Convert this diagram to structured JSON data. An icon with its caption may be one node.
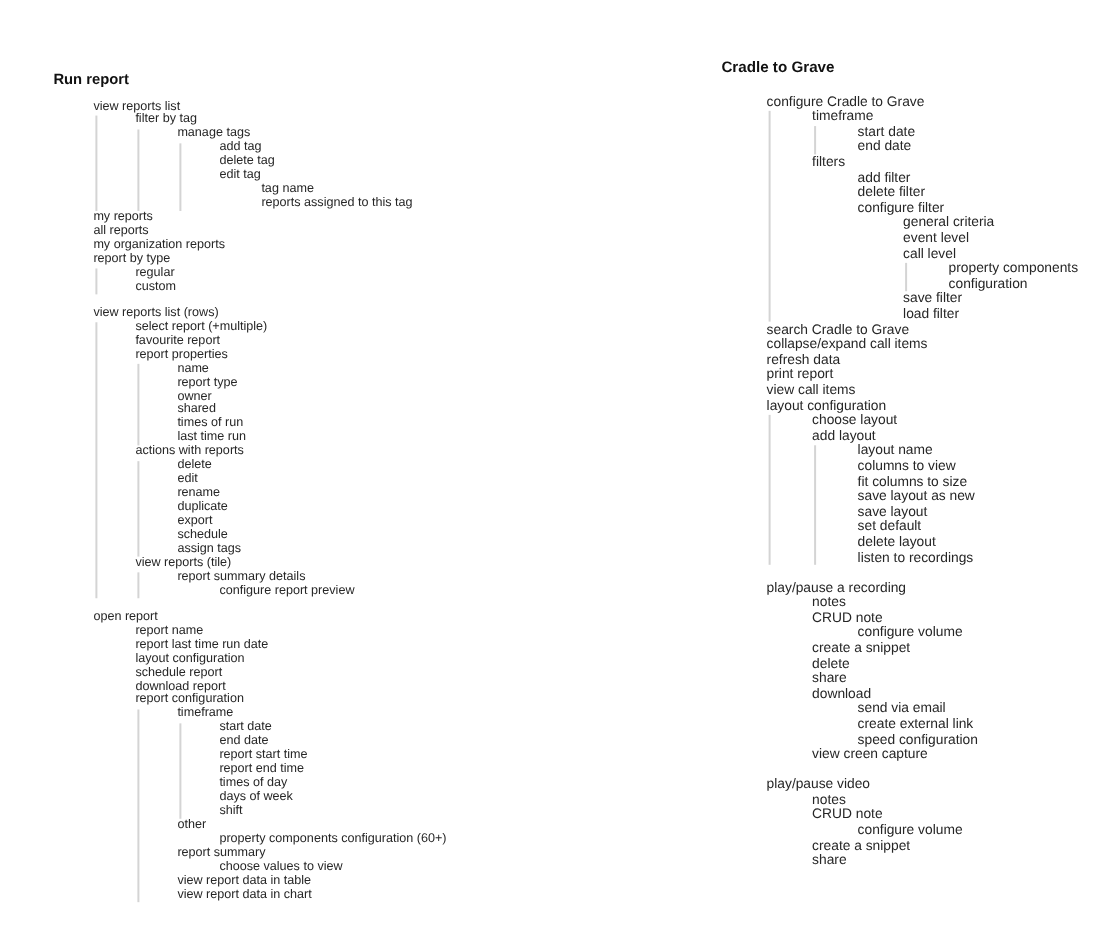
{
  "diagram": {
    "labels": [
      "Run report",
      "view reports list",
      "filter by tag",
      "manage tags",
      "add tag",
      "delete tag",
      "edit tag",
      "tag name",
      "reports assigned to this tag",
      "my reports",
      "all reports",
      "my organization reports",
      "report by type",
      "regular",
      "custom",
      "view reports list (rows)",
      "select report (+multiple)",
      "favourite report",
      "report properties",
      "name",
      "report type",
      "owner",
      "shared",
      "times of run",
      "last time run",
      "actions with reports",
      "delete",
      "edit",
      "rename",
      "duplicate",
      "export",
      "schedule",
      "assign tags",
      "view reports (tile)",
      "report summary details",
      "configure report preview",
      "open report",
      "report name",
      "report last time run date",
      "layout configuration",
      "schedule report",
      "download report",
      "report configuration",
      "timeframe",
      "start date",
      "end date",
      "report start time",
      "report end time",
      "times of day",
      "days of week",
      "shift",
      "other",
      "property components configuration (60+)",
      "report summary",
      "choose values to view",
      "view report data in table",
      "view report data in chart",
      "Cradle to Grave",
      "configure Cradle to Grave",
      "timeframe",
      "start date",
      "end date",
      "filters",
      "add filter",
      "delete filter",
      "configure filter",
      "general criteria",
      "event level",
      "call level",
      "property components configuration",
      "save filter",
      "load filter",
      "search Cradle to Grave",
      "collapse/expand call items",
      "refresh data",
      "print report",
      "view call items",
      "layout configuration",
      "choose layout",
      "add layout",
      "layout name",
      "columns to view",
      "fit columns to size",
      "save layout as new",
      "save layout",
      "set default",
      "delete layout",
      "listen to recordings",
      "play/pause a recording",
      "notes",
      "CRUD note",
      "configure volume",
      "create a snippet",
      "delete",
      "share",
      "download",
      "send via email",
      "create external link",
      "speed configuration",
      "view creen capture",
      "play/pause video",
      "notes",
      "CRUD note",
      "configure volume",
      "create a snippet",
      "share"
    ]
  }
}
